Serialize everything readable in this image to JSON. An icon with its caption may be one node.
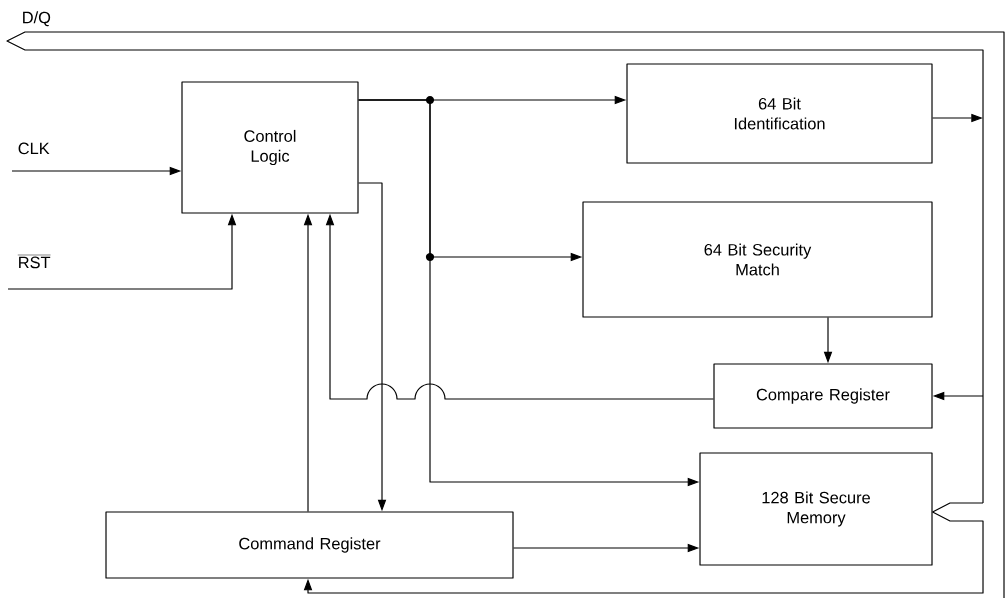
{
  "diagram": {
    "nodes": [
      {
        "text": [
          "Control Logic"
        ]
      },
      {
        "text": [
          "64 Bit Identification"
        ]
      },
      {
        "text": [
          "64 Bit Security Match"
        ]
      },
      {
        "text": [
          "Compare Register"
        ]
      },
      {
        "text": [
          "128 Bit Secure Memory"
        ]
      },
      {
        "text": [
          "Command Register"
        ]
      }
    ],
    "edges": [
      {
        "from": null,
        "to": 0,
        "arrow": "to",
        "label": "CLK"
      },
      {
        "from": null,
        "to": 0,
        "arrow": "to",
        "label": "RST"
      },
      {
        "from": 0,
        "to": 1,
        "arrow": "to"
      },
      {
        "from": 0,
        "to": 2,
        "arrow": "to"
      },
      {
        "from": 0,
        "to": 4,
        "arrow": "to"
      },
      {
        "from": 0,
        "to": 5,
        "arrow": "to"
      },
      {
        "from": 5,
        "to": 0,
        "arrow": "to"
      },
      {
        "from": 3,
        "to": 0,
        "arrow": "to"
      },
      {
        "from": 2,
        "to": 3,
        "arrow": "to"
      },
      {
        "from": 5,
        "to": 4,
        "arrow": "to"
      },
      {
        "from": 1,
        "to": null,
        "arrow": "to"
      },
      {
        "from": null,
        "to": 3,
        "arrow": "to"
      },
      {
        "from": null,
        "to": 4,
        "arrow": "none"
      },
      {
        "from": 4,
        "to": 5,
        "arrow": "to"
      }
    ],
    "labels": [
      "D/Q"
    ]
  }
}
